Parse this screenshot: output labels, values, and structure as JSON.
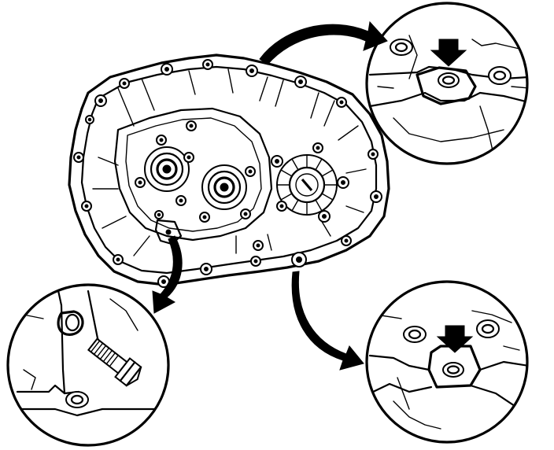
{
  "figure": {
    "subject": "transaxle-case-mounting-points",
    "detail_views": [
      {
        "name": "detail-top-right",
        "shows": "bolt-boss-with-hole",
        "has_pointer_arrow": true
      },
      {
        "name": "detail-bottom-left",
        "shows": "bolt-with-hex-head",
        "has_pointer_arrow": false
      },
      {
        "name": "detail-bottom-right",
        "shows": "bolt-boss-with-hole",
        "has_pointer_arrow": true
      }
    ],
    "colors": {
      "ink": "#000000",
      "paper": "#ffffff"
    }
  }
}
